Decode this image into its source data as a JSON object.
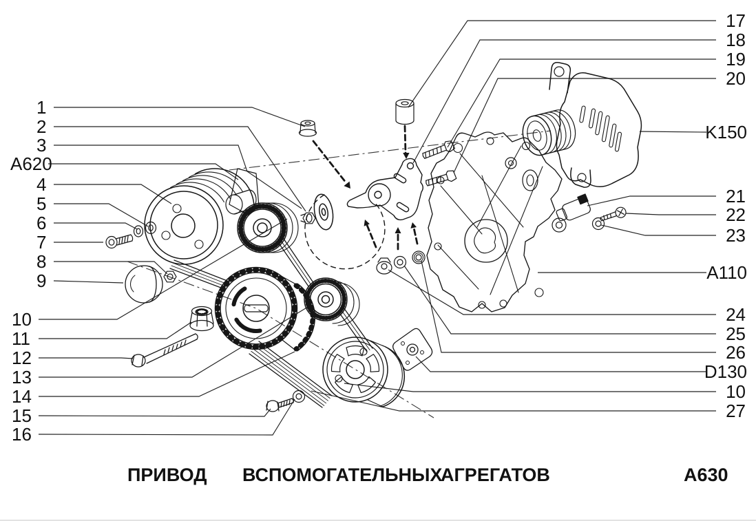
{
  "colors": {
    "ink": "#161616",
    "paper": "#ffffff"
  },
  "callouts": {
    "left": [
      {
        "label": "1"
      },
      {
        "label": "2"
      },
      {
        "label": "3"
      },
      {
        "label": "A620"
      },
      {
        "label": "4"
      },
      {
        "label": "5"
      },
      {
        "label": "6"
      },
      {
        "label": "7"
      },
      {
        "label": "8"
      },
      {
        "label": "9"
      },
      {
        "label": "10"
      },
      {
        "label": "11"
      },
      {
        "label": "12"
      },
      {
        "label": "13"
      },
      {
        "label": "14"
      },
      {
        "label": "15"
      },
      {
        "label": "16"
      }
    ],
    "right": [
      {
        "label": "17"
      },
      {
        "label": "18"
      },
      {
        "label": "19"
      },
      {
        "label": "20"
      },
      {
        "label": "K150"
      },
      {
        "label": "21"
      },
      {
        "label": "22"
      },
      {
        "label": "23"
      },
      {
        "label": "A110"
      },
      {
        "label": "24"
      },
      {
        "label": "25"
      },
      {
        "label": "26"
      },
      {
        "label": "D130"
      },
      {
        "label": "10"
      },
      {
        "label": "27"
      }
    ]
  },
  "caption": {
    "word1": "ПРИВОД",
    "word2": "ВСПОМОГАТЕЛЬНЫХ",
    "word3": "АГРЕГАТОВ",
    "code": "А630"
  }
}
